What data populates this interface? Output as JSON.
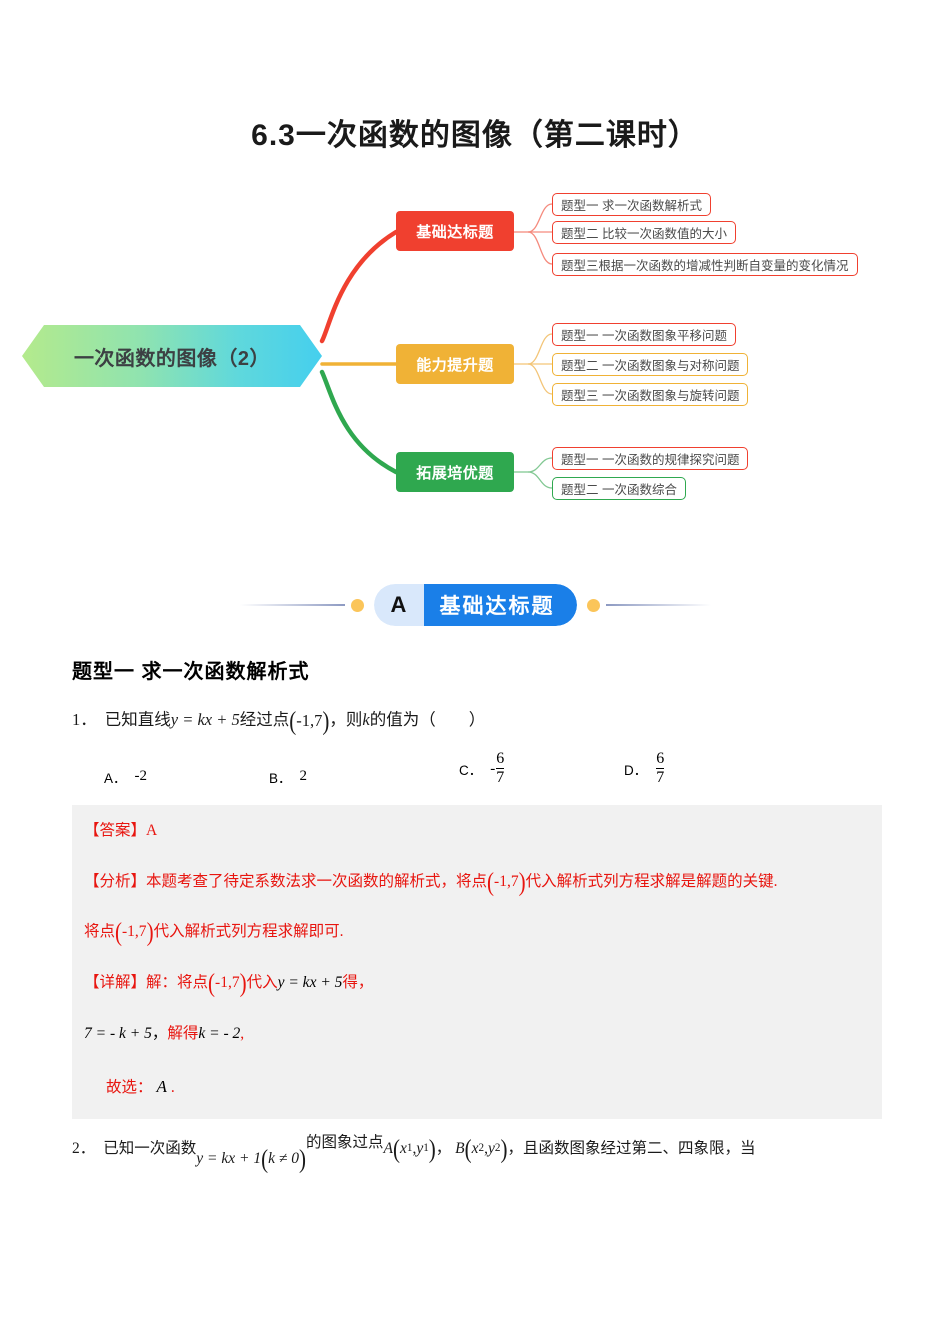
{
  "document": {
    "title": "6.3一次函数的图像（第二课时）"
  },
  "mindmap": {
    "root": "一次函数的图像（2）",
    "branches": [
      {
        "label": "基础达标题",
        "color": "#f0402f",
        "items": [
          "题型一 求一次函数解析式",
          "题型二 比较一次函数值的大小",
          "题型三根据一次函数的增减性判断自变量的变化情况"
        ]
      },
      {
        "label": "能力提升题",
        "color": "#f0b236",
        "items": [
          "题型一 一次函数图象平移问题",
          "题型二 一次函数图象与对称问题",
          "题型三 一次函数图象与旋转问题"
        ]
      },
      {
        "label": "拓展培优题",
        "color": "#2fa84f",
        "items": [
          "题型一 一次函数的规律探究问题",
          "题型二 一次函数综合"
        ]
      }
    ]
  },
  "section_banner": {
    "letter": "A",
    "label": "基础达标题"
  },
  "main": {
    "qtype_heading": "题型一  求一次函数解析式",
    "question1": {
      "number": "1．",
      "text_before": "已知直线",
      "equation": "y = kx + 5",
      "text_mid": "经过点",
      "point": "-1,7",
      "text_after": "，则",
      "variable": "k",
      "text_end": "的值为（　　）",
      "choices": [
        {
          "label": "A．",
          "value": "-2"
        },
        {
          "label": "B．",
          "value": "2"
        },
        {
          "label": "C．",
          "sign": "-",
          "num": "6",
          "den": "7"
        },
        {
          "label": "D．",
          "sign": "",
          "num": "6",
          "den": "7"
        }
      ]
    },
    "answer1": {
      "answer_tag": "【答案】",
      "answer_value": "A",
      "analysis_tag": "【分析】",
      "analysis_1": "本题考查了待定系数法求一次函数的解析式，将点",
      "analysis_point": "-1,7",
      "analysis_2": "代入解析式列方程求解是解题的关键.",
      "analysis_line2_a": "将点",
      "analysis_line2_point": "-1,7",
      "analysis_line2_b": "代入解析式列方程求解即可.",
      "detail_tag": "【详解】",
      "detail_1": "解：将点",
      "detail_point": "-1,7",
      "detail_2": "代入",
      "detail_eq": "y = kx + 5",
      "detail_3": "得，",
      "step_eq": "7 = - k + 5",
      "step_comma": "，",
      "step_solve": "解得",
      "step_k": "k = - 2",
      "step_end": ",",
      "conclusion_label": "故选：",
      "conclusion_value": "A",
      "conclusion_dot": "."
    },
    "question2": {
      "number": "2．",
      "text_a": "已知一次函数",
      "equation": "y = kx + 1",
      "condition": "k ≠ 0",
      "text_b": "的图象过点",
      "pointA": "A",
      "pointA_x": "x",
      "pointA_x_sub": "1",
      "pointA_y": "y",
      "pointA_y_sub": "1",
      "comma1": "，",
      "pointB": "B",
      "pointB_x": "x",
      "pointB_x_sub": "2",
      "pointB_y": "y",
      "pointB_y_sub": "2",
      "comma2": "，",
      "text_c": "且函数图象经过第二、四象限，当"
    }
  }
}
